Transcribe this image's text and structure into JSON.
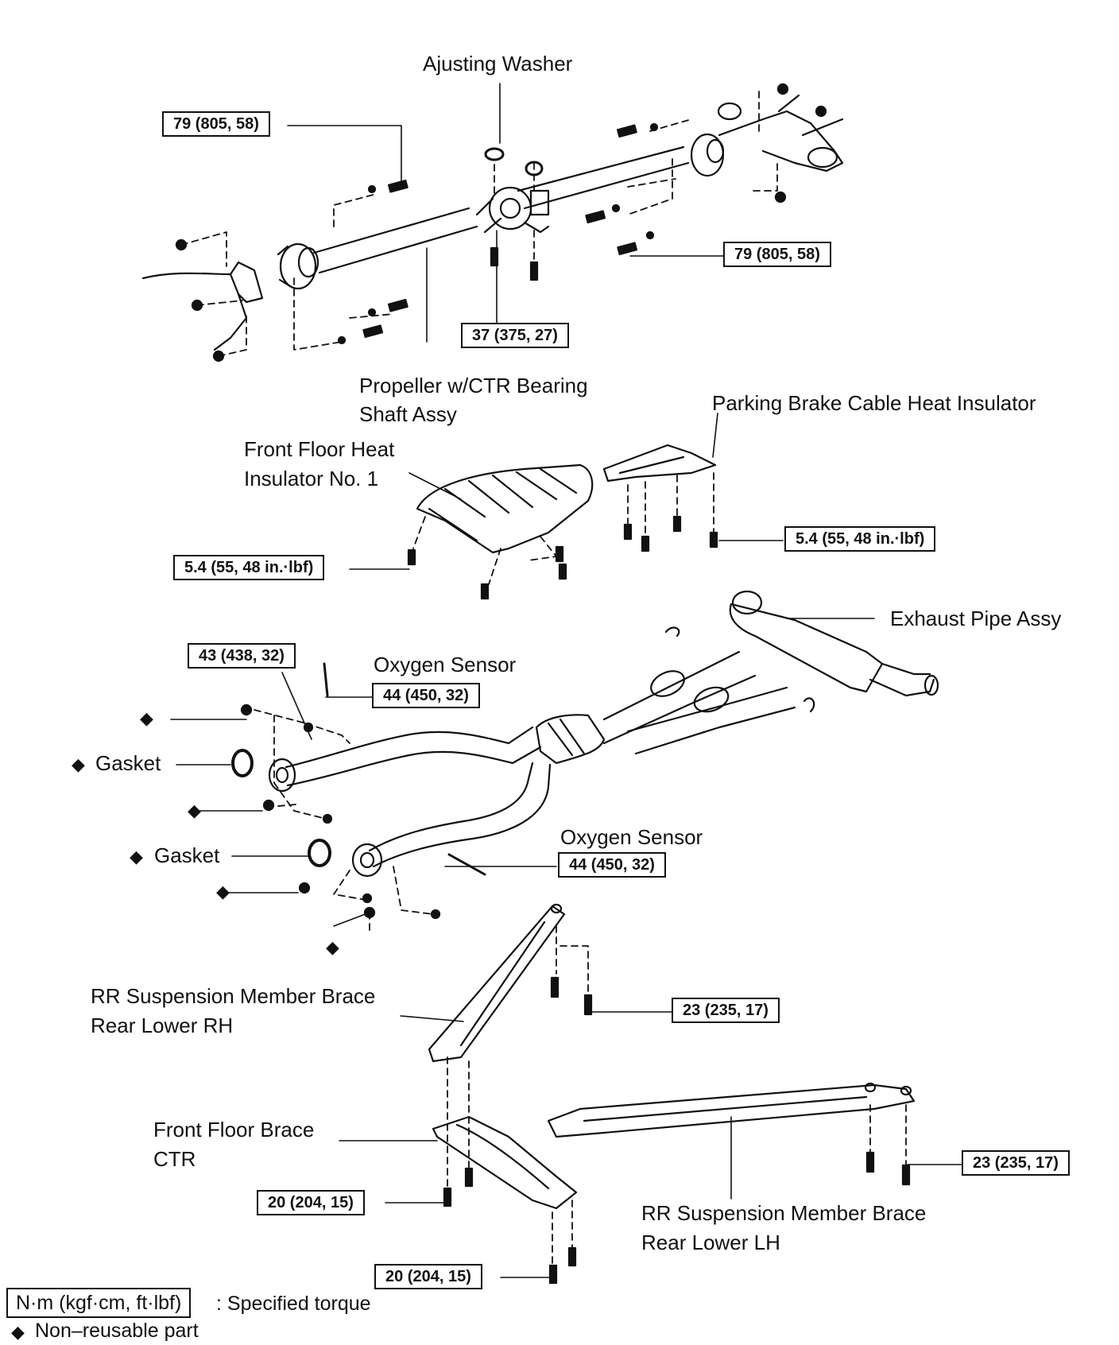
{
  "labels": {
    "adjusting_washer": "Ajusting Washer",
    "propeller_line1": "Propeller w/CTR Bearing",
    "propeller_line2": "Shaft Assy",
    "parking_brake_insulator": "Parking Brake Cable Heat Insulator",
    "front_floor_heat_line1": "Front Floor Heat",
    "front_floor_heat_line2": "Insulator No. 1",
    "exhaust_pipe": "Exhaust Pipe Assy",
    "oxygen_sensor_upper": "Oxygen Sensor",
    "oxygen_sensor_lower": "Oxygen Sensor",
    "gasket_upper": "Gasket",
    "gasket_lower": "Gasket",
    "rr_brace_rh_line1": "RR Suspension Member Brace",
    "rr_brace_rh_line2": "Rear Lower RH",
    "front_floor_brace_line1": "Front Floor Brace",
    "front_floor_brace_line2": "CTR",
    "rr_brace_lh_line1": "RR Suspension Member Brace",
    "rr_brace_lh_line2": "Rear Lower LH"
  },
  "torques": {
    "prop_left": "79 (805, 58)",
    "prop_right": "79 (805, 58)",
    "center_bearing": "37 (375, 27)",
    "insulator_left": "5.4 (55, 48 in.·lbf)",
    "insulator_right": "5.4 (55, 48 in.·lbf)",
    "front_flange": "43 (438, 32)",
    "o2_upper": "44 (450, 32)",
    "o2_lower": "44 (450, 32)",
    "brace_rh": "23 (235, 17)",
    "brace_lh": "23 (235, 17)",
    "floor_brace_left": "20 (204, 15)",
    "floor_brace_bottom": "20 (204, 15)"
  },
  "symbols": {
    "non_reusable": "◆"
  },
  "legend": {
    "unit_box": "N·m (kgf·cm, ft·lbf)",
    "unit_desc": ": Specified torque",
    "non_reusable_desc": "Non–reusable part"
  }
}
